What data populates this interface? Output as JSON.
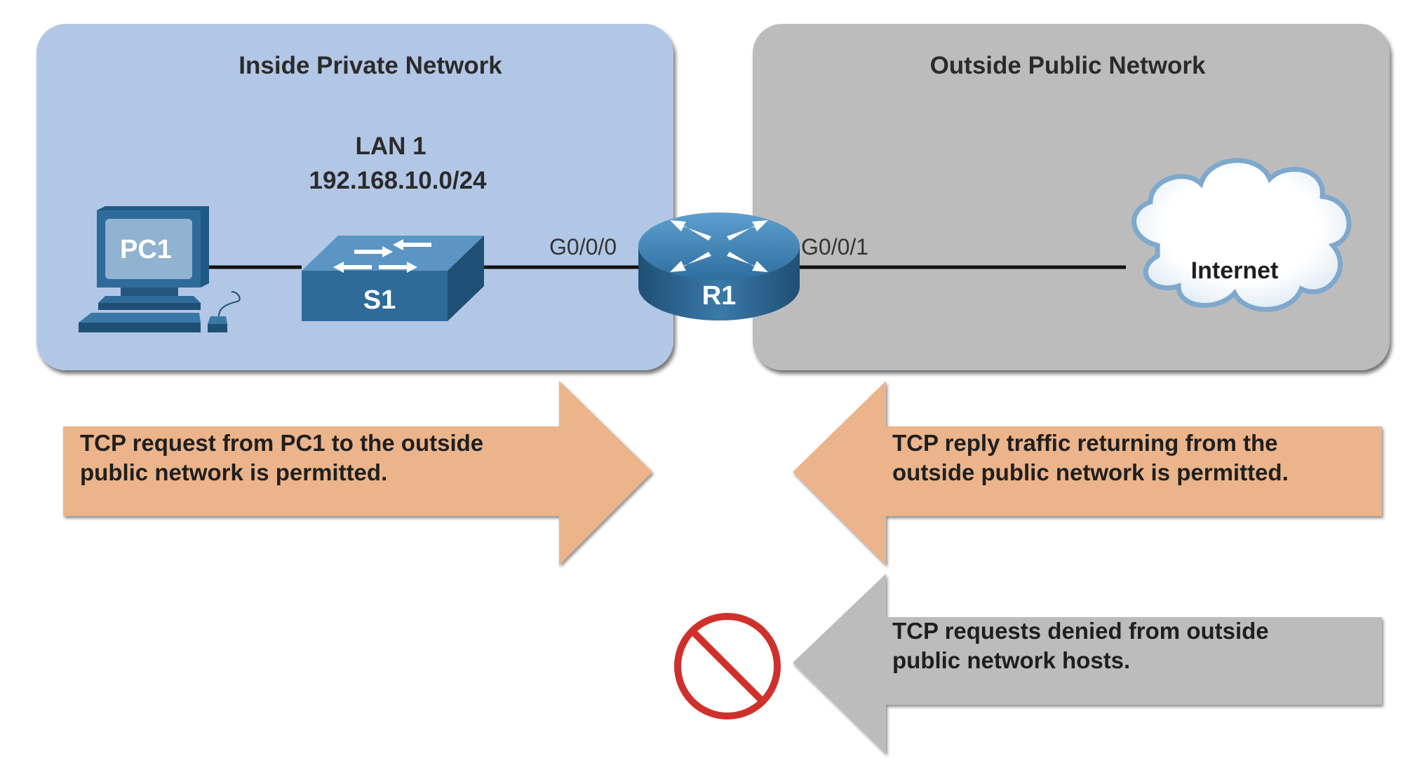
{
  "zones": {
    "inside": {
      "title": "Inside Private Network",
      "color": "#b2c7e5"
    },
    "outside": {
      "title": "Outside Public Network",
      "color": "#bdbcbd"
    }
  },
  "lan": {
    "name": "LAN 1",
    "subnet": "192.168.10.0/24"
  },
  "devices": {
    "pc": {
      "label": "PC1",
      "icon": "pc-icon"
    },
    "switch": {
      "label": "S1",
      "icon": "switch-icon"
    },
    "router": {
      "label": "R1",
      "icon": "router-icon"
    },
    "cloud": {
      "label": "Internet",
      "icon": "cloud-icon"
    }
  },
  "interfaces": {
    "left": "G0/0/0",
    "right": "G0/0/1"
  },
  "arrows": {
    "outbound": {
      "lines": [
        "TCP request from PC1 to the outside",
        "public network is permitted."
      ],
      "color": "#ebb48a"
    },
    "reply": {
      "lines": [
        "TCP reply traffic returning from the",
        "outside public network is permitted."
      ],
      "color": "#ebb48a"
    },
    "denied": {
      "lines": [
        "TCP requests denied from outside",
        "public network hosts."
      ],
      "color": "#bdbcbd",
      "icon": "prohibited-icon",
      "icon_color": "#d0302b"
    }
  }
}
